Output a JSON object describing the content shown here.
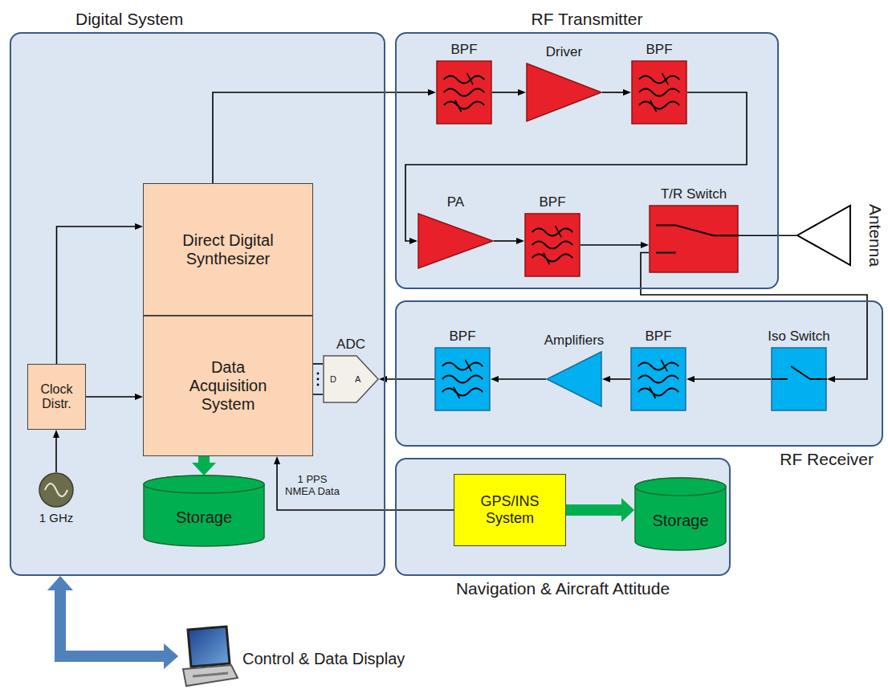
{
  "diagram": {
    "nodes": [
      {
        "text": [
          "Digital System"
        ]
      },
      {
        "text": [
          "RF Transmitter"
        ]
      },
      {
        "text": [
          "RF Receiver"
        ]
      },
      {
        "text": [
          "Navigation & Aircraft Attitude"
        ]
      },
      {
        "text": [
          "Direct Digital Synthesizer"
        ],
        "in": 0
      },
      {
        "text": [
          "Data Acquisition System"
        ],
        "in": 0
      },
      {
        "text": [
          "Clock Distr."
        ],
        "in": 0
      },
      {
        "text": [
          "1 GHz"
        ],
        "in": 0
      },
      {
        "text": [
          "ADC",
          "D",
          "A"
        ],
        "in": 0
      },
      {
        "text": [
          "Storage"
        ],
        "in": 0
      },
      {
        "text": [
          "BPF"
        ],
        "in": 1
      },
      {
        "text": [
          "Driver"
        ],
        "in": 1
      },
      {
        "text": [
          "BPF"
        ],
        "in": 1
      },
      {
        "text": [
          "PA"
        ],
        "in": 1
      },
      {
        "text": [
          "BPF"
        ],
        "in": 1
      },
      {
        "text": [
          "T/R Switch"
        ],
        "in": 1
      },
      {
        "text": [
          "Antenna"
        ]
      },
      {
        "text": [
          "BPF"
        ],
        "in": 2
      },
      {
        "text": [
          "Amplifiers"
        ],
        "in": 2
      },
      {
        "text": [
          "BPF"
        ],
        "in": 2
      },
      {
        "text": [
          "Iso Switch"
        ],
        "in": 2
      },
      {
        "text": [
          "GPS/INS System"
        ],
        "in": 3
      },
      {
        "text": [
          "Storage"
        ],
        "in": 3
      },
      {
        "text": [
          "Control & Data Display"
        ]
      }
    ],
    "edges": [
      {
        "from": 4,
        "to": 10,
        "arrow": "to"
      },
      {
        "from": 10,
        "to": 11,
        "arrow": "to"
      },
      {
        "from": 11,
        "to": 12,
        "arrow": "to"
      },
      {
        "from": 12,
        "to": 13,
        "arrow": "to"
      },
      {
        "from": 13,
        "to": 14,
        "arrow": "to"
      },
      {
        "from": 14,
        "to": 15,
        "arrow": "to"
      },
      {
        "from": 15,
        "to": 16,
        "arrow": "none"
      },
      {
        "from": 15,
        "to": 20,
        "arrow": "to"
      },
      {
        "from": 20,
        "to": 19,
        "arrow": "to"
      },
      {
        "from": 19,
        "to": 18,
        "arrow": "to"
      },
      {
        "from": 18,
        "to": 17,
        "arrow": "to"
      },
      {
        "from": 17,
        "to": 8,
        "arrow": "to"
      },
      {
        "from": 8,
        "to": 5,
        "arrow": "none"
      },
      {
        "from": 6,
        "to": 4,
        "arrow": "to"
      },
      {
        "from": 6,
        "to": 5,
        "arrow": "to"
      },
      {
        "from": 7,
        "to": 6,
        "arrow": "to"
      },
      {
        "from": 5,
        "to": 9,
        "arrow": "to"
      },
      {
        "from": 21,
        "to": 5,
        "label": "1 PPS NMEA Data",
        "arrow": "to"
      },
      {
        "from": 21,
        "to": 22,
        "arrow": "to"
      },
      {
        "from": 0,
        "to": 23,
        "arrow": "both"
      }
    ]
  }
}
